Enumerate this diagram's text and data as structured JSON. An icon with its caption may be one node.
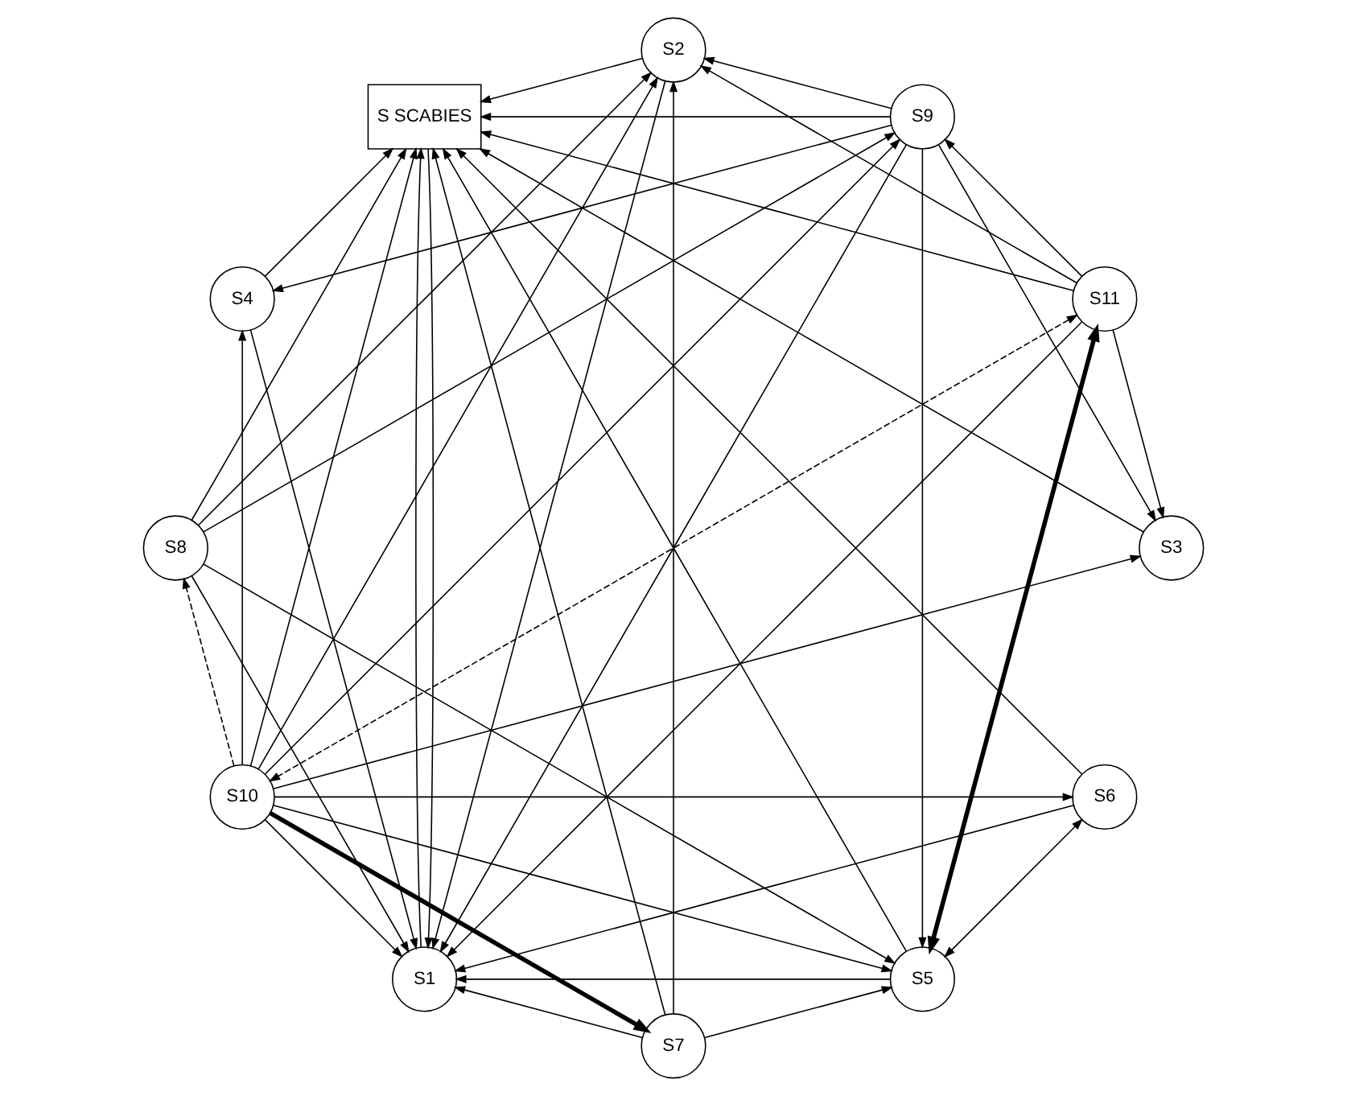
{
  "diagram": {
    "nodes": [
      {
        "text": [
          "S SCABIES"
        ]
      },
      {
        "text": [
          "S1"
        ]
      },
      {
        "text": [
          "S2"
        ]
      },
      {
        "text": [
          "S3"
        ]
      },
      {
        "text": [
          "S4"
        ]
      },
      {
        "text": [
          "S5"
        ]
      },
      {
        "text": [
          "S6"
        ]
      },
      {
        "text": [
          "S7"
        ]
      },
      {
        "text": [
          "S8"
        ]
      },
      {
        "text": [
          "S9"
        ]
      },
      {
        "text": [
          "S10"
        ]
      },
      {
        "text": [
          "S11"
        ]
      }
    ],
    "edges": [
      {
        "from": 1,
        "to": 0,
        "arrow": "to"
      },
      {
        "from": 0,
        "to": 1,
        "arrow": "to"
      },
      {
        "from": 2,
        "to": 0,
        "arrow": "to"
      },
      {
        "from": 3,
        "to": 0,
        "arrow": "to"
      },
      {
        "from": 4,
        "to": 0,
        "arrow": "to"
      },
      {
        "from": 5,
        "to": 0,
        "arrow": "to"
      },
      {
        "from": 6,
        "to": 0,
        "arrow": "to"
      },
      {
        "from": 7,
        "to": 0,
        "arrow": "to"
      },
      {
        "from": 8,
        "to": 0,
        "arrow": "to"
      },
      {
        "from": 9,
        "to": 0,
        "arrow": "to"
      },
      {
        "from": 10,
        "to": 0,
        "arrow": "to"
      },
      {
        "from": 11,
        "to": 0,
        "arrow": "to"
      },
      {
        "from": 11,
        "to": 1,
        "arrow": "to"
      },
      {
        "from": 10,
        "to": 1,
        "arrow": "to"
      },
      {
        "from": 9,
        "to": 1,
        "arrow": "to"
      },
      {
        "from": 8,
        "to": 1,
        "arrow": "to"
      },
      {
        "from": 7,
        "to": 1,
        "arrow": "to"
      },
      {
        "from": 6,
        "to": 1,
        "arrow": "to"
      },
      {
        "from": 5,
        "to": 1,
        "arrow": "to"
      },
      {
        "from": 4,
        "to": 1,
        "arrow": "to"
      },
      {
        "from": 2,
        "to": 1,
        "arrow": "to"
      },
      {
        "from": 11,
        "to": 2,
        "arrow": "to"
      },
      {
        "from": 10,
        "to": 2,
        "arrow": "to"
      },
      {
        "from": 9,
        "to": 2,
        "arrow": "to"
      },
      {
        "from": 8,
        "to": 2,
        "arrow": "to"
      },
      {
        "from": 7,
        "to": 2,
        "arrow": "to"
      },
      {
        "from": 11,
        "to": 3,
        "arrow": "to"
      },
      {
        "from": 10,
        "to": 3,
        "arrow": "to"
      },
      {
        "from": 9,
        "to": 3,
        "arrow": "to"
      },
      {
        "from": 10,
        "to": 4,
        "arrow": "to"
      },
      {
        "from": 9,
        "to": 4,
        "arrow": "to"
      },
      {
        "from": 11,
        "to": 5,
        "arrow": "both",
        "style": "thick"
      },
      {
        "from": 10,
        "to": 5,
        "arrow": "to"
      },
      {
        "from": 9,
        "to": 5,
        "arrow": "to"
      },
      {
        "from": 8,
        "to": 5,
        "arrow": "to"
      },
      {
        "from": 7,
        "to": 5,
        "arrow": "to"
      },
      {
        "from": 5,
        "to": 6,
        "arrow": "both"
      },
      {
        "from": 10,
        "to": 6,
        "arrow": "to"
      },
      {
        "from": 11,
        "to": 10,
        "arrow": "both",
        "style": "dashed"
      },
      {
        "from": 10,
        "to": 9,
        "arrow": "to"
      },
      {
        "from": 11,
        "to": 9,
        "arrow": "to"
      },
      {
        "from": 8,
        "to": 9,
        "arrow": "to"
      },
      {
        "from": 10,
        "to": 7,
        "arrow": "to",
        "style": "thick"
      },
      {
        "from": 10,
        "to": 8,
        "arrow": "to",
        "style": "dashed"
      }
    ]
  }
}
